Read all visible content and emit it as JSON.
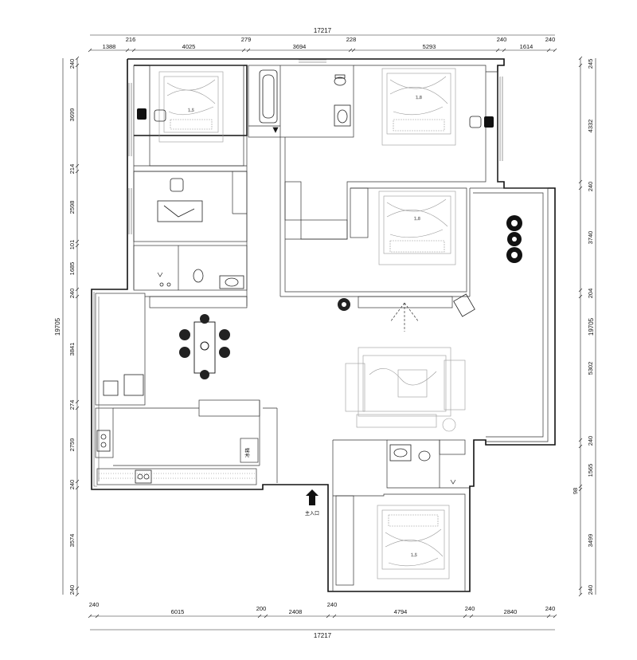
{
  "dimensions": {
    "top_total": "17217",
    "bottom_total": "17217",
    "left_total": "19705",
    "right_total": "19705",
    "top": [
      "1388",
      "216",
      "4025",
      "279",
      "3694",
      "228",
      "5293",
      "240",
      "1614",
      "240"
    ],
    "bottom": [
      "240",
      "6015",
      "200",
      "2408",
      "240",
      "4794",
      "240",
      "2840",
      "240"
    ],
    "left": [
      "240",
      "3699",
      "214",
      "2598",
      "101",
      "1685",
      "240",
      "3841",
      "274",
      "2759",
      "240",
      "3574",
      "240"
    ],
    "right": [
      "245",
      "4332",
      "240",
      "3740",
      "204",
      "5302",
      "240",
      "1565",
      "98",
      "3499",
      "240"
    ]
  },
  "labels": {
    "entrance": "主入口",
    "fridge": "冰箱",
    "bed_mark_1": "1.5",
    "bed_mark_2": "1.8",
    "bed_mark_3": "1.8",
    "bed_mark_4": "1.5"
  },
  "icons": [
    "entrance-arrow-icon",
    "dining-table-icon",
    "bathtub-icon",
    "toilet-icon",
    "sofa-icon",
    "bed-icon",
    "plant-icon",
    "desk-chair-icon",
    "stove-icon"
  ]
}
